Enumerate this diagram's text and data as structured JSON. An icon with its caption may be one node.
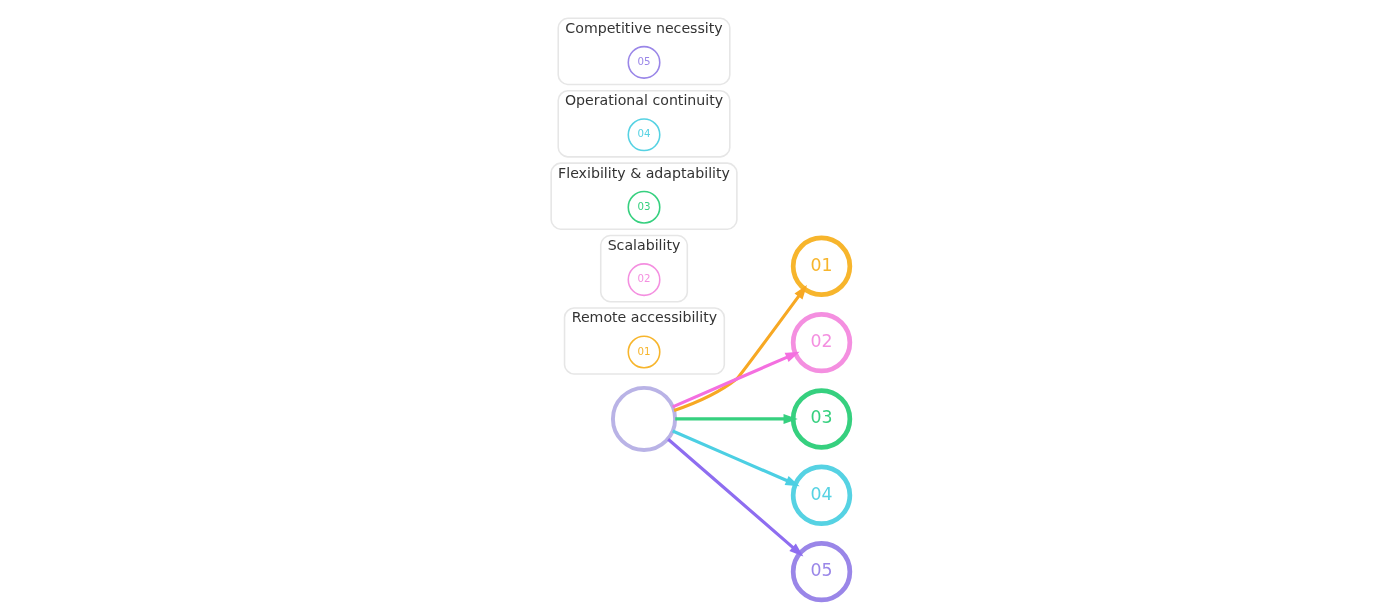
{
  "diagram": {
    "nodes": [
      {
        "text": [],
        "shape": "circle"
      },
      {
        "text": [
          "01"
        ]
      },
      {
        "text": [
          "02"
        ]
      },
      {
        "text": [
          "03"
        ]
      },
      {
        "text": [
          "04"
        ]
      },
      {
        "text": [
          "05"
        ]
      },
      {
        "text": [
          "Remote accessibility"
        ]
      },
      {
        "text": [
          "01"
        ],
        "in": 6
      },
      {
        "text": [
          "Scalability"
        ]
      },
      {
        "text": [
          "02"
        ],
        "in": 8
      },
      {
        "text": [
          "Flexibility & adaptability"
        ]
      },
      {
        "text": [
          "03"
        ],
        "in": 10
      },
      {
        "text": [
          "Operational continuity"
        ]
      },
      {
        "text": [
          "04"
        ],
        "in": 12
      },
      {
        "text": [
          "Competitive necessity"
        ]
      },
      {
        "text": [
          "05"
        ],
        "in": 14
      }
    ],
    "edges": [
      {
        "from": 0,
        "to": 1,
        "arrow": "to",
        "color": "#f7a823"
      },
      {
        "from": 0,
        "to": 2,
        "arrow": "to",
        "color": "#f46fe0"
      },
      {
        "from": 0,
        "to": 3,
        "arrow": "to",
        "color": "#36d07f"
      },
      {
        "from": 0,
        "to": 4,
        "arrow": "to",
        "color": "#4ccfe3"
      },
      {
        "from": 0,
        "to": 5,
        "arrow": "to",
        "color": "#8e6df0"
      }
    ]
  }
}
